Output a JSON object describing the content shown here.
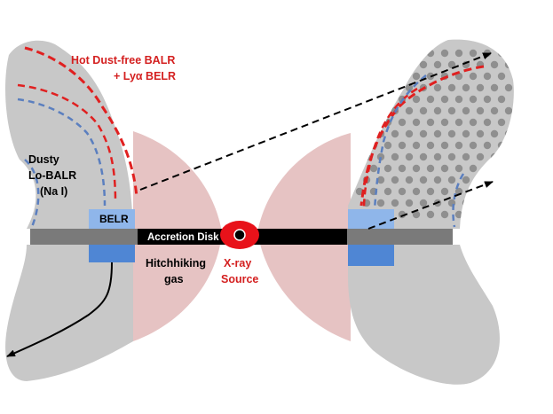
{
  "labels": {
    "hot_dust_free_line1": "Hot Dust-free BALR",
    "hot_dust_free_line2": "+ Lyα BELR",
    "dusty_line1": "Dusty",
    "dusty_line2": "Lo-BALR",
    "dusty_line3": "(Na I)",
    "belr": "BELR",
    "accretion_disk": "Accretion Disk",
    "hitchhiking_line1": "Hitchhiking",
    "hitchhiking_line2": "gas",
    "xray_line1": "X-ray",
    "xray_line2": "Source"
  },
  "colors": {
    "cloud_gray": "#c8c8c8",
    "pink_torus": "#e6c3c3",
    "red_dash": "#e02020",
    "blue_dash": "#5b7fbf",
    "belr_block": "#8fb6ea",
    "belr_lower": "#4f86d4",
    "disk_gray": "#7a7a7a",
    "disk_black": "#000000",
    "xray_red": "#e8121a",
    "dot_gray": "#8f8f8f",
    "label_red": "#d42020"
  }
}
